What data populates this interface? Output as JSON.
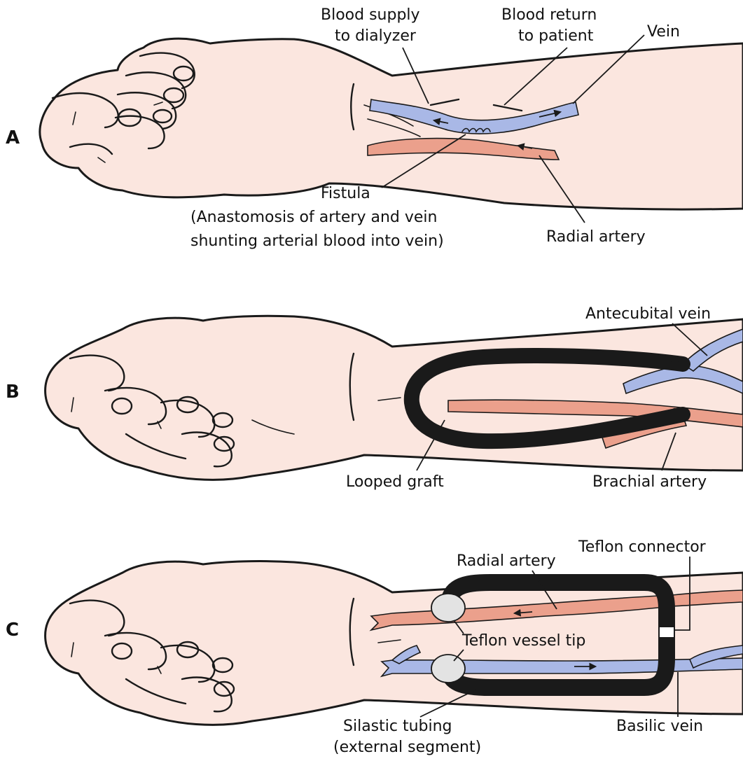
{
  "colors": {
    "skin": "#fbe6df",
    "vein": "#a9b8e6",
    "artery": "#eba08c",
    "tubing": "#f4f4f2",
    "outline": "#1a1a1a"
  },
  "panel_a": {
    "letter": "A",
    "blood_supply_label": [
      "Blood supply",
      "to dialyzer"
    ],
    "blood_return_label": [
      "Blood return",
      "to patient"
    ],
    "vein_label": "Vein",
    "fistula_label": [
      "Fistula",
      "(Anastomosis of artery and vein",
      "shunting arterial blood into vein)"
    ],
    "radial_artery_label": "Radial artery"
  },
  "panel_b": {
    "letter": "B",
    "antecubital_vein_label": "Antecubital vein",
    "looped_graft_label": "Looped graft",
    "brachial_artery_label": "Brachial artery"
  },
  "panel_c": {
    "letter": "C",
    "teflon_connector_label": "Teflon connector",
    "radial_artery_label": "Radial artery",
    "teflon_vessel_tip_label": "Teflon vessel tip",
    "silastic_tubing_label": [
      "Silastic tubing",
      "(external segment)"
    ],
    "basilic_vein_label": "Basilic vein"
  }
}
